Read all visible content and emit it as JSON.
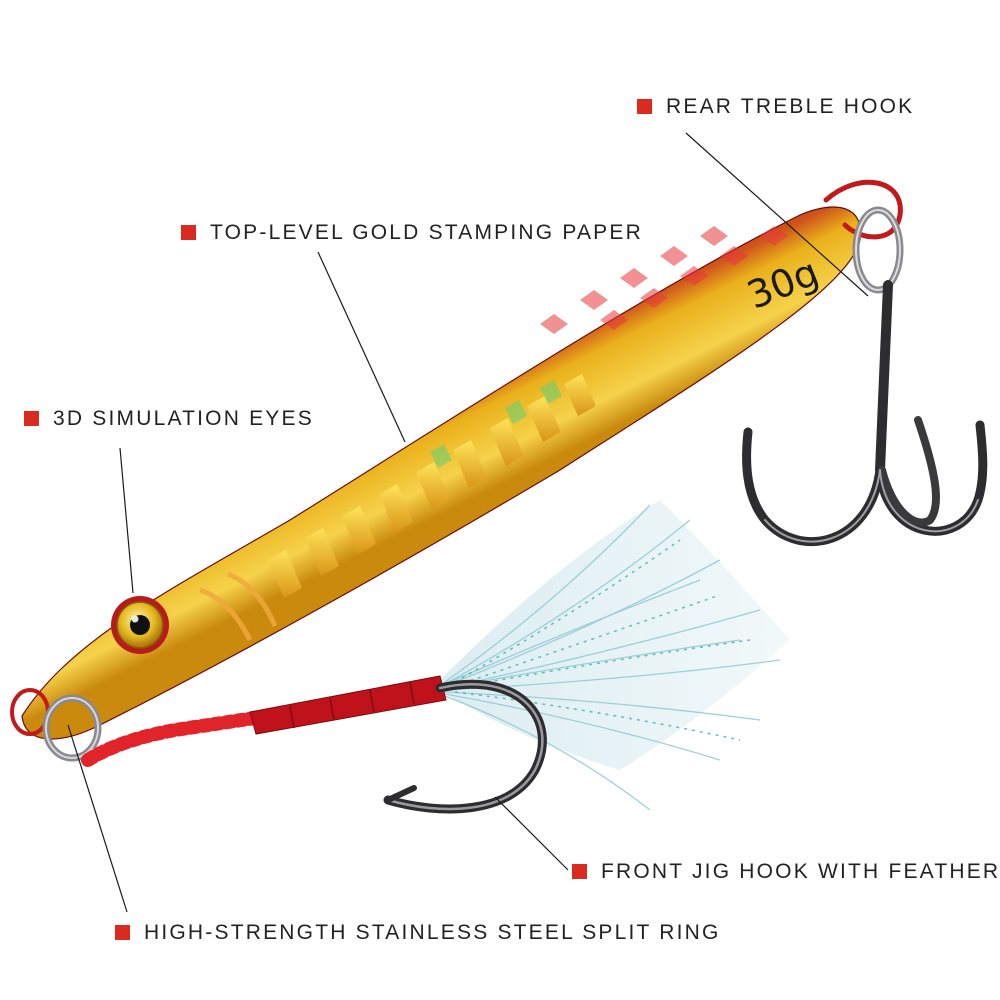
{
  "product": {
    "weight_text": "30g"
  },
  "callouts": {
    "rear_treble_hook": "REAR TREBLE HOOK",
    "gold_stamping_paper": "TOP-LEVEL GOLD STAMPING PAPER",
    "simulation_eyes": "3D SIMULATION EYES",
    "front_jig_hook": "FRONT JIG HOOK WITH FEATHER",
    "split_ring": "HIGH-STRENGTH STAINLESS STEEL SPLIT RING"
  },
  "colors": {
    "marker": "#d92b1f",
    "body_red": "#c0141b",
    "body_gold": "#e0a516",
    "hook_metal": "#4a4a4e",
    "label_text": "#222222"
  }
}
